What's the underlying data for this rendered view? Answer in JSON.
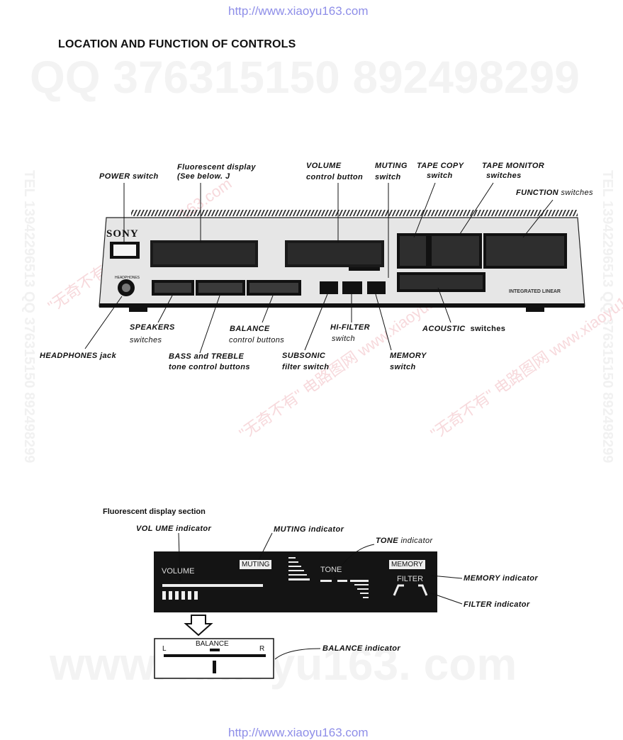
{
  "header_url": "http://www.xiaoyu163.com",
  "footer_url": "http://www.xiaoyu163.com",
  "page_title": "LOCATION AND FUNCTION OF CONTROLS",
  "watermarks": {
    "qq_line": "QQ 376315150    892498299",
    "bottom_line": "www. xiaoyu163. com",
    "side_left": "TEL 13942296513  QQ 376315150  892498299",
    "side_right": "TEL 13942296513  QQ 376315150  892498299",
    "diag": [
      "\"无奇不有\" www.xiaoyu163.com",
      "\"无奇不有\" 电路图网 www.xiaoyu163.com",
      "\"无奇不有\" 电路图网 www.xiaoyu163.com"
    ]
  },
  "device": {
    "brand": "SONY",
    "headphones_panel_label": "HEADPHONES",
    "right_badge": "INTEGRATED LINEAR"
  },
  "labels": {
    "power": "POWER switch",
    "fluor_1": "Fluorescent display",
    "fluor_2": "(See below. J",
    "volume_1": "VOLUME",
    "volume_2": "control button",
    "muting_1": "MUTING",
    "muting_2": "switch",
    "tape_copy_1": "TAPE COPY",
    "tape_copy_2": "switch",
    "tape_monitor_1": "TAPE MONITOR",
    "tape_monitor_2": "switches",
    "function_1": "FUNCTION",
    "function_2": "switches",
    "speakers_1": "SPEAKERS",
    "speakers_2": "switches",
    "balance_1": "BALANCE",
    "balance_2": "control buttons",
    "hifilter_1": "HI-FILTER",
    "hifilter_2": "switch",
    "acoustic_1": "ACOUSTIC",
    "acoustic_2": "switches",
    "headphones": "HEADPHONES jack",
    "basstreble_1": "BASS and TREBLE",
    "basstreble_2": "tone control buttons",
    "subsonic_1": "SUBSONIC",
    "subsonic_2": "filter switch",
    "memory_1": "MEMORY",
    "memory_2": "switch"
  },
  "display_section": {
    "heading": "Fluorescent display section",
    "volume_indicator": "VOL UME indicator",
    "muting_indicator": "MUTING indicator",
    "tone_indicator_1": "TONE",
    "tone_indicator_2": "indicator",
    "memory_indicator": "MEMORY indicator",
    "filter_indicator": "FILTER indicator",
    "balance_indicator": "BALANCE indicator",
    "screen": {
      "volume": "VOLUME",
      "muting": "MUTING",
      "tone": "TONE",
      "memory": "MEMORY",
      "filter": "FILTER"
    },
    "balance_screen": {
      "title": "BALANCE",
      "left": "L",
      "right": "R"
    }
  }
}
